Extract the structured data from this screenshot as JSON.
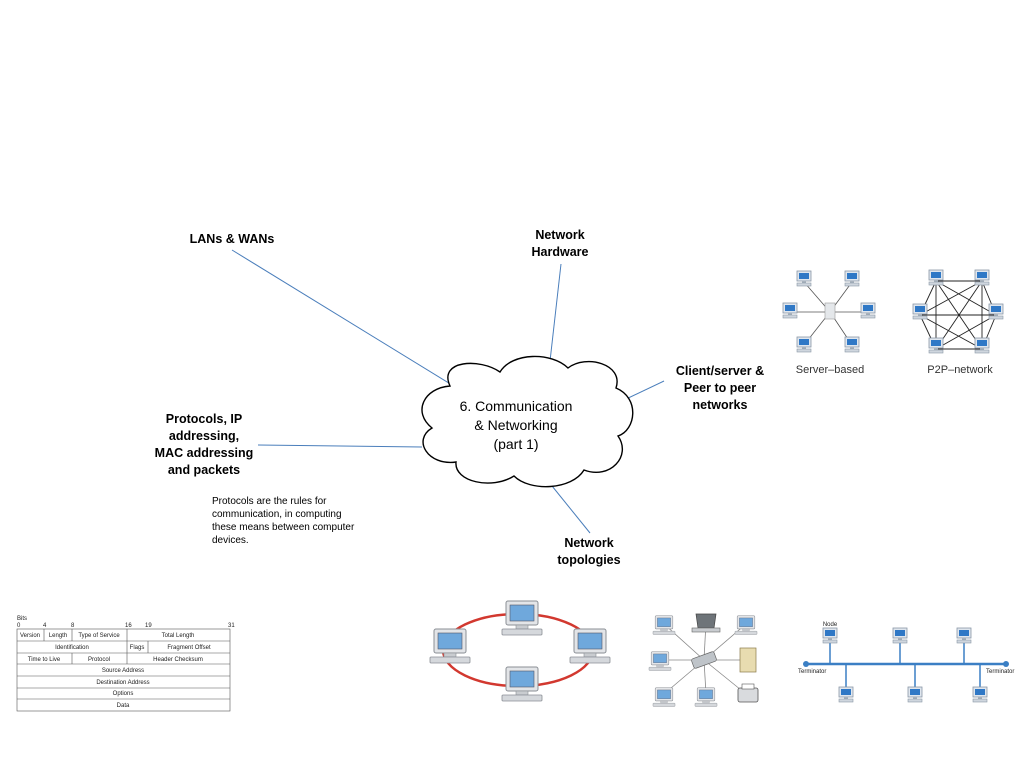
{
  "central": {
    "line1": "6. Communication",
    "line2": "& Networking",
    "line3": "(part 1)"
  },
  "branches": {
    "lans": "LANs & WANs",
    "hardware": [
      "Network",
      "Hardware"
    ],
    "client_server": [
      "Client/server &",
      "Peer to peer",
      "networks"
    ],
    "protocols": [
      "Protocols, IP",
      "addressing,",
      "MAC addressing",
      "and packets"
    ],
    "topologies": [
      "Network",
      "topologies"
    ]
  },
  "protocol_note": [
    "Protocols are the rules for",
    "communication, in computing",
    "these means between computer",
    "devices."
  ],
  "network_captions": {
    "server_based": "Server–based",
    "p2p": "P2P–network"
  },
  "bus_labels": {
    "node": "Node",
    "terminator_left": "Terminator",
    "terminator_right": "Terminator"
  },
  "ip_header": {
    "bits_label": "Bits",
    "bit_marks": [
      "0",
      "4",
      "8",
      "16",
      "19",
      "31"
    ],
    "rows": [
      [
        "Version",
        "Length",
        "Type of Service",
        "Total Length"
      ],
      [
        "Identification",
        "Flags",
        "Fragment Offset"
      ],
      [
        "Time to Live",
        "Protocol",
        "Header Checksum"
      ],
      [
        "Source Address"
      ],
      [
        "Destination Address"
      ],
      [
        "Options"
      ],
      [
        "Data"
      ]
    ]
  },
  "colors": {
    "connector": "#4a7ebb",
    "ring": "#d2382f",
    "bus": "#3b7fc4"
  }
}
